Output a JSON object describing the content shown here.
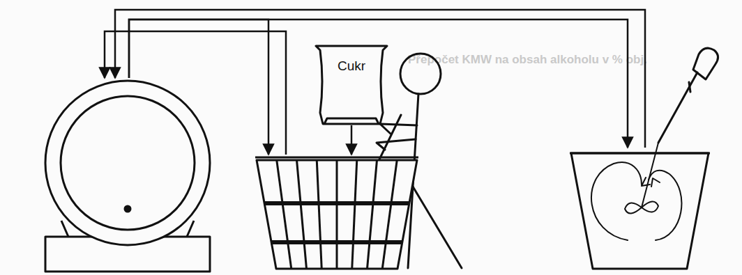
{
  "diagram": {
    "nodes": [
      {
        "text": []
      },
      {
        "text": []
      },
      {
        "text": [
          "Cukr"
        ]
      },
      {
        "text": []
      }
    ],
    "edges": [
      {
        "from": 0,
        "to": 1,
        "arrow": "to"
      },
      {
        "from": 0,
        "to": 3,
        "arrow": "to"
      },
      {
        "from": 1,
        "to": 0,
        "arrow": "to"
      },
      {
        "from": 3,
        "to": 0,
        "arrow": "to"
      },
      {
        "from": 2,
        "to": 1,
        "arrow": "to"
      }
    ],
    "labels": [
      "Přepočet KMW na obsah alkoholu v % obj."
    ]
  }
}
